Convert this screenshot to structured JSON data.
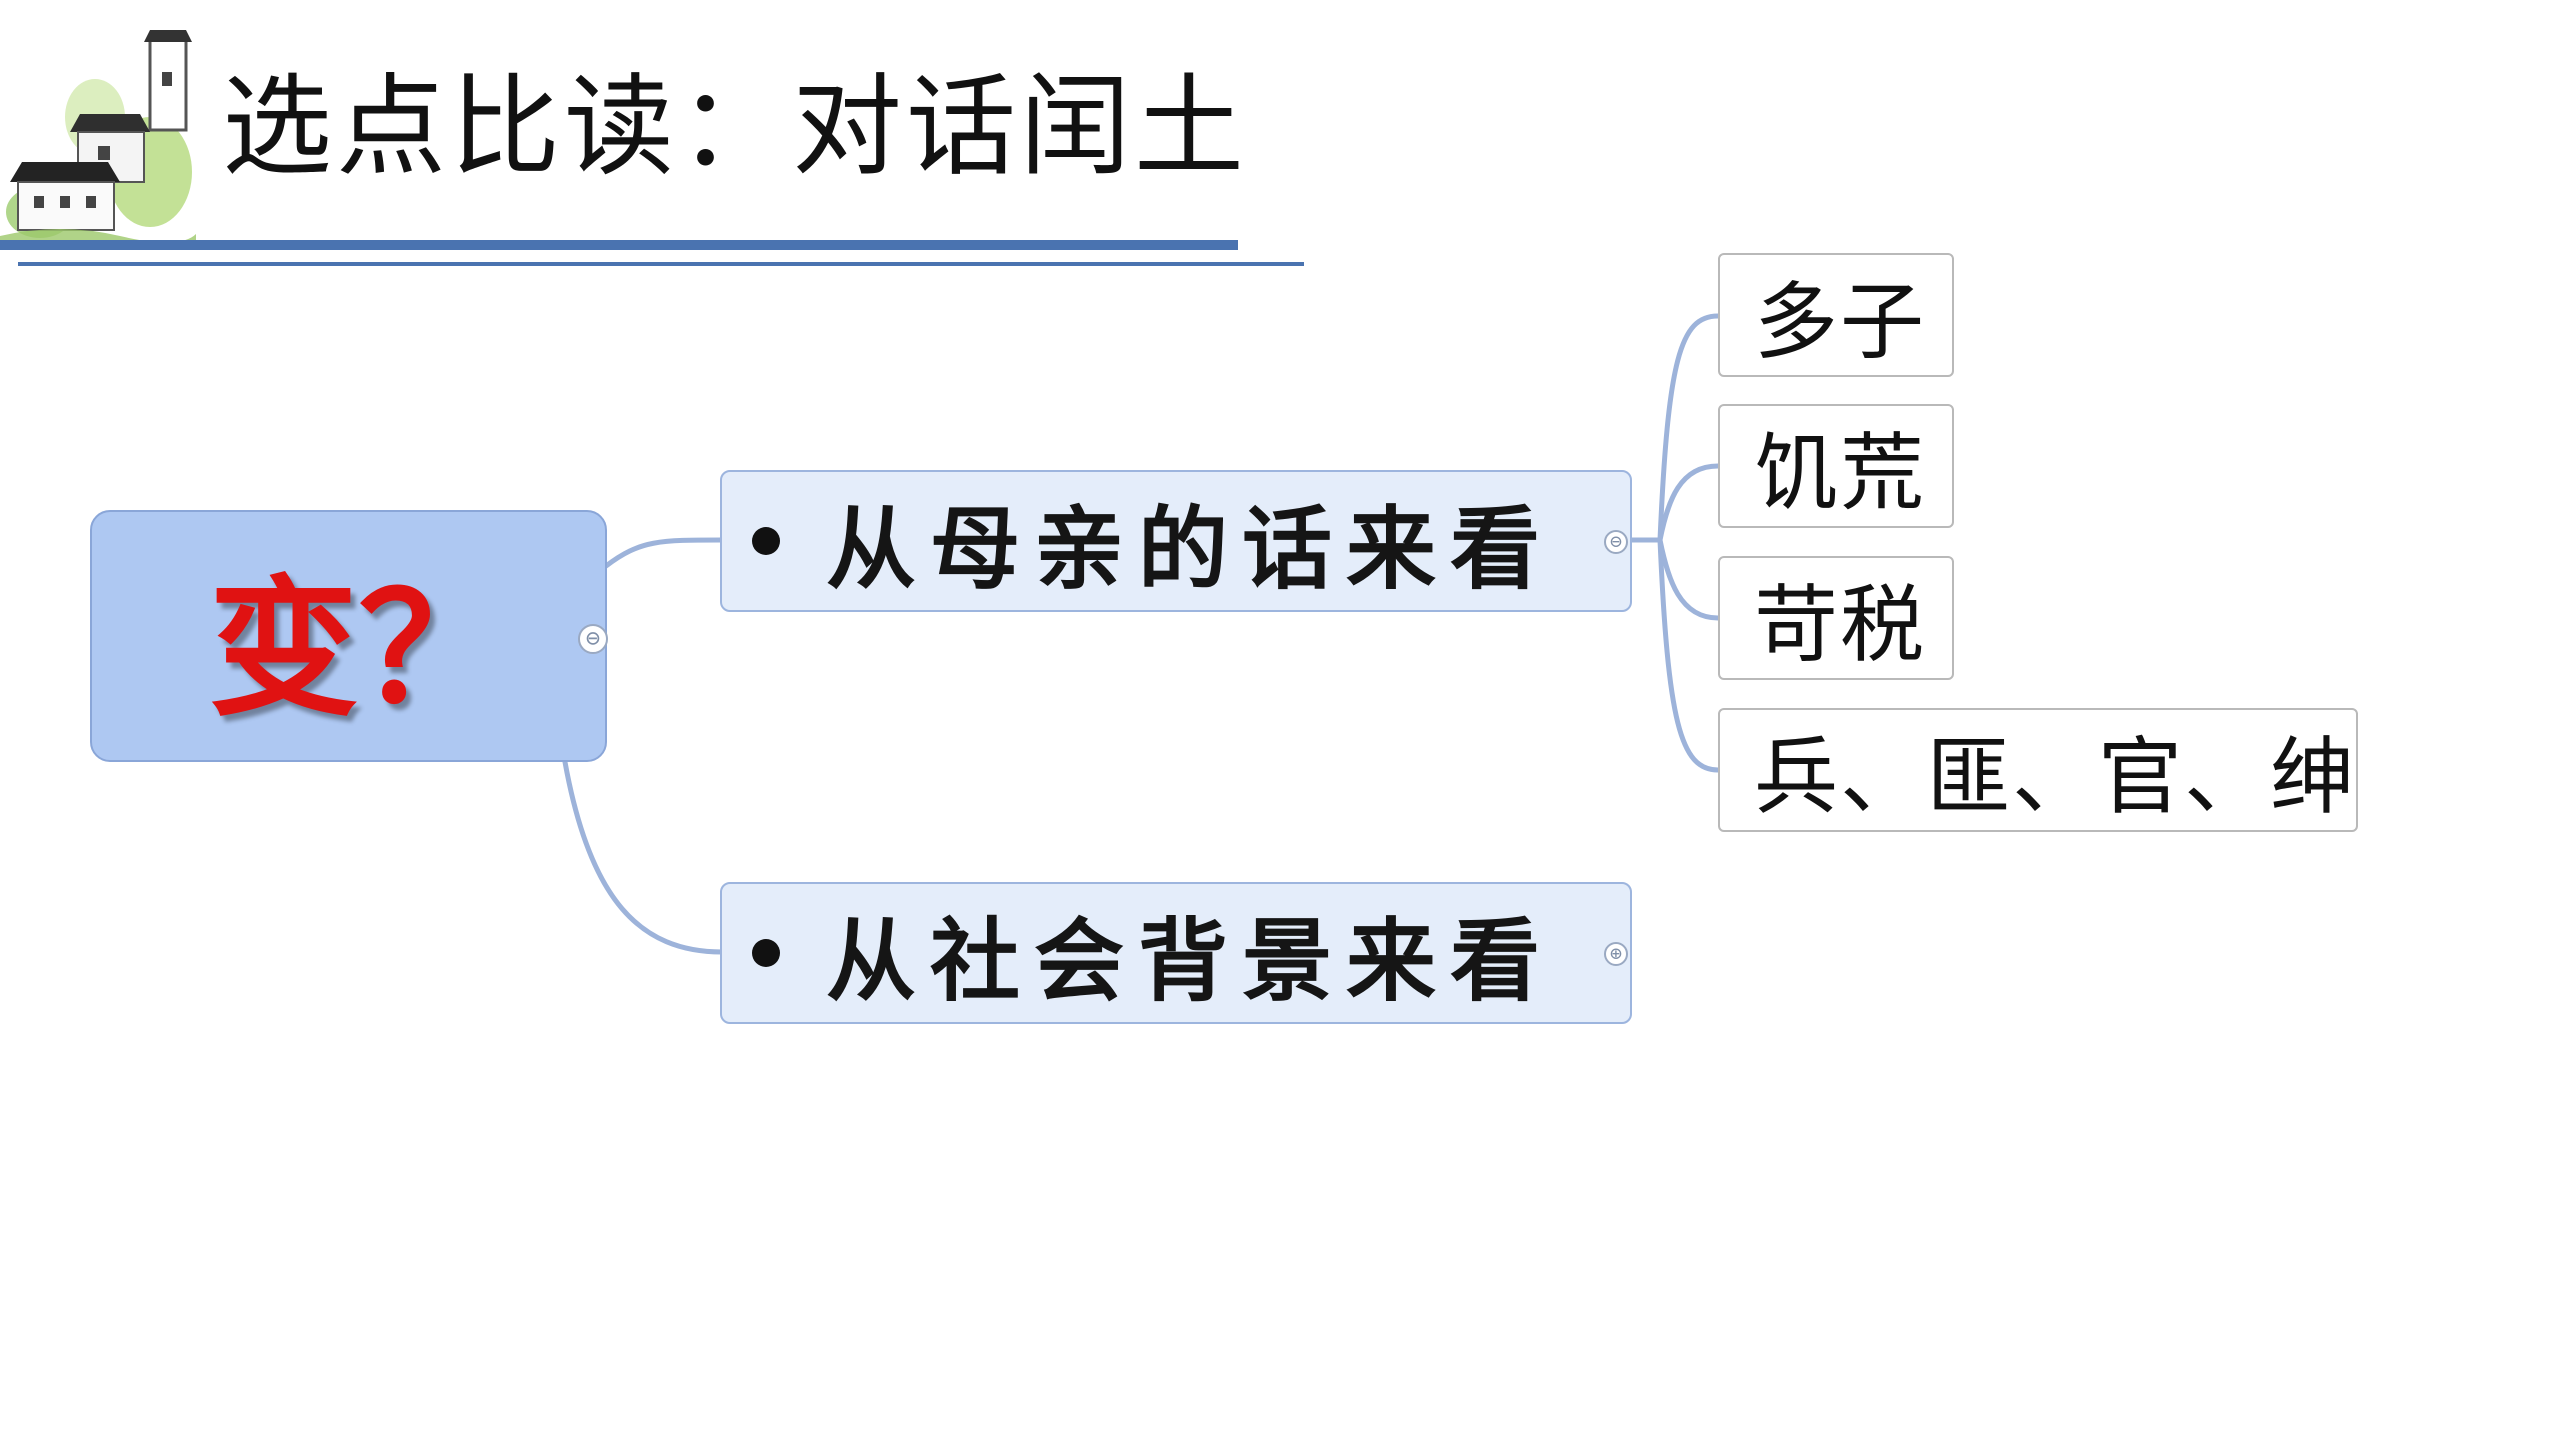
{
  "slide": {
    "title": "选点比读：对话闰土"
  },
  "mindmap": {
    "root": {
      "label": "变？",
      "color": "#e01212"
    },
    "branches": [
      {
        "label": "从母亲的话来看",
        "collapse_symbol": "⊖",
        "children": [
          "多子",
          "饥荒",
          "苛税",
          "兵、匪、官、绅"
        ]
      },
      {
        "label": "从社会背景来看",
        "collapse_symbol": "⊕",
        "children": []
      }
    ],
    "root_collapse_symbol": "⊖"
  },
  "colors": {
    "accent_rule": "#4a73b0",
    "root_fill": "#aec8f2",
    "branch_fill": "#e4edfa",
    "connector": "#9db3da"
  },
  "icons": {
    "logo": "ink-painting-village-icon"
  }
}
